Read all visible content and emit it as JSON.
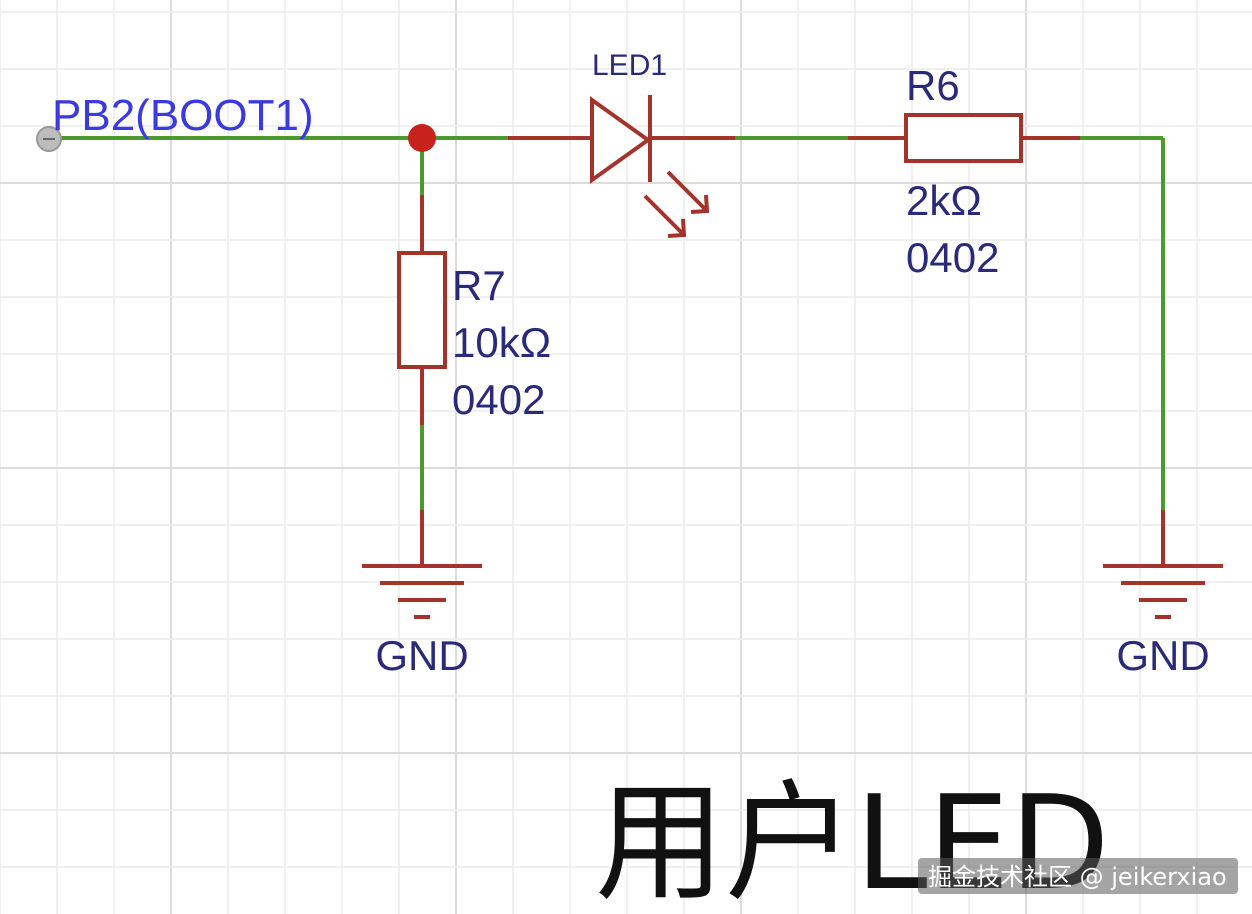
{
  "colors": {
    "grid_major": "#dcdcdc",
    "grid_minor": "#ececec",
    "wire": "#4a9a2c",
    "component": "#a4332b",
    "junction": "#c8221c",
    "net_label": "#3a3ae0",
    "component_label": "#2a2a7a",
    "title": "#111111",
    "watermark_text": "#ffffff",
    "watermark_bg": "#5a5a5a"
  },
  "net_label": "PB2(BOOT1)",
  "led": {
    "designator": "LED1"
  },
  "r6": {
    "designator": "R6",
    "value": "2kΩ",
    "package": "0402"
  },
  "r7": {
    "designator": "R7",
    "value": "10kΩ",
    "package": "0402"
  },
  "gnd_left": {
    "label": "GND"
  },
  "gnd_right": {
    "label": "GND"
  },
  "title": "用户LED",
  "watermark": "掘金技术社区 @ jeikerxiao"
}
